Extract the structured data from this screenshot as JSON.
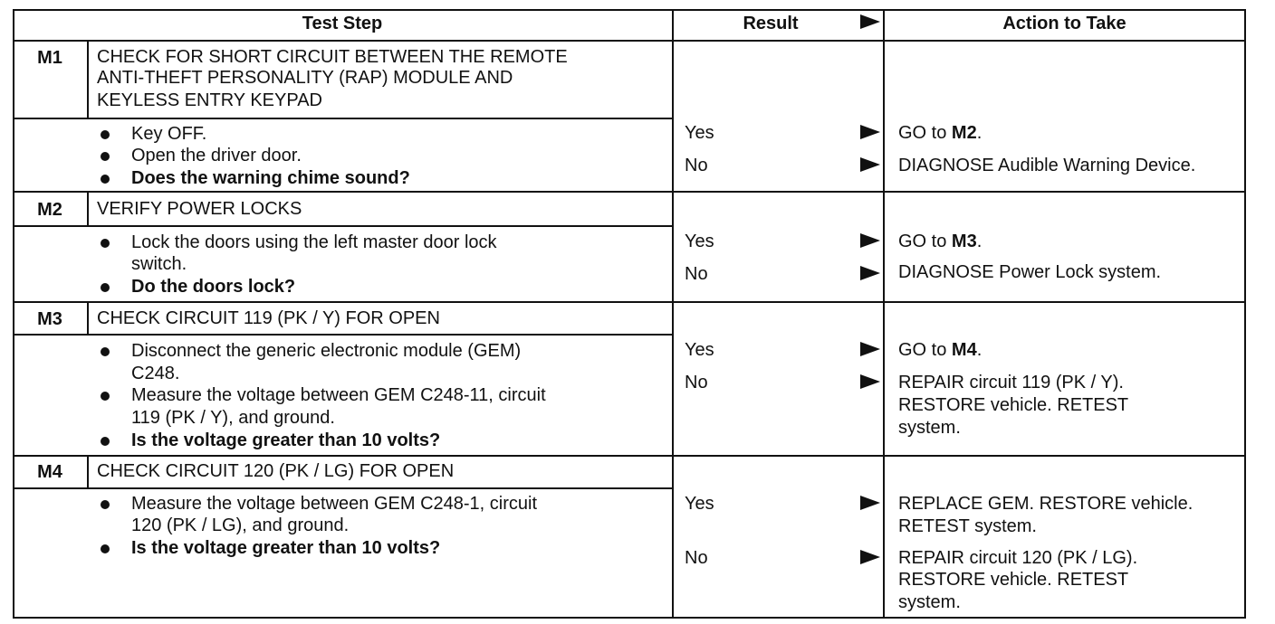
{
  "header": {
    "test_step": "Test Step",
    "result": "Result",
    "action": "Action to Take"
  },
  "steps": [
    {
      "id": "M1",
      "title": [
        "CHECK FOR SHORT CIRCUIT BETWEEN THE REMOTE",
        "ANTI-THEFT PERSONALITY (RAP) MODULE AND",
        "KEYLESS ENTRY KEYPAD"
      ],
      "bullets": [
        {
          "lines": [
            "Key OFF."
          ],
          "bold": false
        },
        {
          "lines": [
            "Open the driver door."
          ],
          "bold": false
        },
        {
          "lines": [
            "Does the warning chime sound?"
          ],
          "bold": true
        }
      ],
      "results": [
        {
          "label": "Yes",
          "action": [
            "GO to "
          ],
          "action_bold": "M2",
          "action_tail": "."
        },
        {
          "label": "No",
          "action": [
            "DIAGNOSE Audible Warning Device."
          ]
        }
      ]
    },
    {
      "id": "M2",
      "title": [
        "VERIFY POWER LOCKS"
      ],
      "bullets": [
        {
          "lines": [
            "Lock the doors using the left master door lock",
            "switch."
          ],
          "bold": false
        },
        {
          "lines": [
            "Do the doors lock?"
          ],
          "bold": true
        }
      ],
      "results": [
        {
          "label": "Yes",
          "action": [
            "GO to "
          ],
          "action_bold": "M3",
          "action_tail": "."
        },
        {
          "label": "No",
          "action": [
            "DIAGNOSE Power Lock system."
          ]
        }
      ]
    },
    {
      "id": "M3",
      "title": [
        "CHECK CIRCUIT 119 (PK / Y) FOR OPEN"
      ],
      "bullets": [
        {
          "lines": [
            "Disconnect the generic electronic module (GEM)",
            "C248."
          ],
          "bold": false
        },
        {
          "lines": [
            "Measure the voltage between GEM C248-11, circuit",
            "119 (PK / Y), and ground."
          ],
          "bold": false
        },
        {
          "lines": [
            "Is the voltage greater than 10 volts?"
          ],
          "bold": true
        }
      ],
      "results": [
        {
          "label": "Yes",
          "action": [
            "GO to "
          ],
          "action_bold": "M4",
          "action_tail": "."
        },
        {
          "label": "No",
          "action": [
            "REPAIR circuit 119 (PK / Y).",
            "RESTORE vehicle. RETEST",
            "system."
          ]
        }
      ]
    },
    {
      "id": "M4",
      "title": [
        "CHECK CIRCUIT 120 (PK / LG) FOR OPEN"
      ],
      "bullets": [
        {
          "lines": [
            "Measure the voltage between GEM C248-1, circuit",
            "120 (PK / LG), and ground."
          ],
          "bold": false
        },
        {
          "lines": [
            "Is the voltage greater than 10 volts?"
          ],
          "bold": true
        }
      ],
      "results": [
        {
          "label": "Yes",
          "action": [
            "REPLACE GEM. RESTORE vehicle.",
            "RETEST system."
          ]
        },
        {
          "label": "No",
          "action": [
            "REPAIR circuit 120 (PK / LG).",
            "RESTORE vehicle. RETEST",
            "system."
          ]
        }
      ]
    }
  ]
}
